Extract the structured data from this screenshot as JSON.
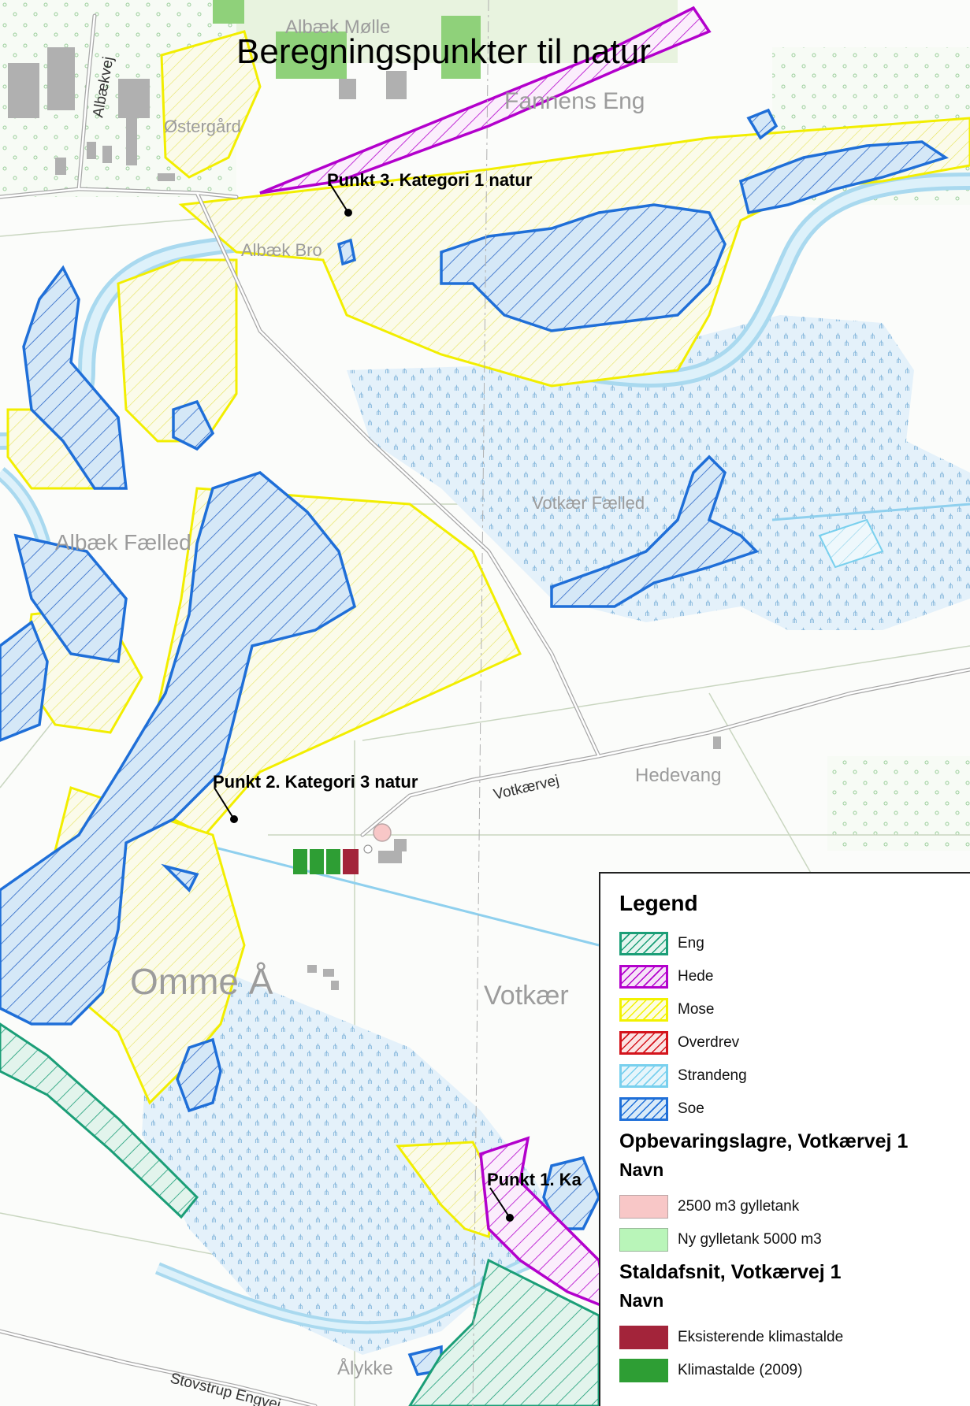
{
  "map": {
    "title": "Beregningspunkter til natur",
    "places": [
      {
        "name": "Albæk Mølle",
        "kind": "place-label"
      },
      {
        "name": "Albækvej",
        "kind": "road-label"
      },
      {
        "name": "Østergård",
        "kind": "place-label"
      },
      {
        "name": "Fannens Eng",
        "kind": "place-label"
      },
      {
        "name": "Albæk Bro",
        "kind": "place-label"
      },
      {
        "name": "Albæk Fælled",
        "kind": "place-label"
      },
      {
        "name": "Votkær Fælled",
        "kind": "place-label"
      },
      {
        "name": "Hedevang",
        "kind": "place-label"
      },
      {
        "name": "Votkærvej",
        "kind": "road-label"
      },
      {
        "name": "Omme Å",
        "kind": "place-label"
      },
      {
        "name": "Votkær",
        "kind": "place-label"
      },
      {
        "name": "Stovstrup Engvej",
        "kind": "road-label"
      },
      {
        "name": "Ålykke",
        "kind": "place-label"
      }
    ],
    "points": [
      {
        "label": "Punkt 3. Kategori 1 natur"
      },
      {
        "label": "Punkt 2. Kategori 3 natur"
      },
      {
        "label": "Punkt 1. Ka"
      }
    ]
  },
  "legend": {
    "title": "Legend",
    "nature_items": [
      {
        "label": "Eng",
        "stroke": "#1b9e77",
        "fill": "#e4f5ef"
      },
      {
        "label": "Hede",
        "stroke": "#b300cc",
        "fill": "#f6e2f8"
      },
      {
        "label": "Mose",
        "stroke": "#f2f200",
        "fill": "#fdfde0"
      },
      {
        "label": "Overdrev",
        "stroke": "#d4141c",
        "fill": "#fbe3e3"
      },
      {
        "label": "Strandeng",
        "stroke": "#79d0ee",
        "fill": "#e6f5fb"
      },
      {
        "label": "Soe",
        "stroke": "#1f6fd8",
        "fill": "#d9eaf8"
      }
    ],
    "storage_heading": "Opbevaringslagre, Votkærvej 1",
    "storage_sub": "Navn",
    "storage_items": [
      {
        "label": "2500 m3 gylletank",
        "fill": "#f8c7c7",
        "stroke": "#b9a5a5"
      },
      {
        "label": "Ny gylletank 5000 m3",
        "fill": "#b9f5b9",
        "stroke": "#9ab89a"
      }
    ],
    "stable_heading": "Staldafsnit, Votkærvej 1",
    "stable_sub": "Navn",
    "stable_items": [
      {
        "label": "Eksisterende klimastalde",
        "fill": "#a3243a",
        "stroke": "#a3243a"
      },
      {
        "label": "Klimastalde (2009)",
        "fill": "#2e9e34",
        "stroke": "#2e9e34"
      }
    ]
  }
}
